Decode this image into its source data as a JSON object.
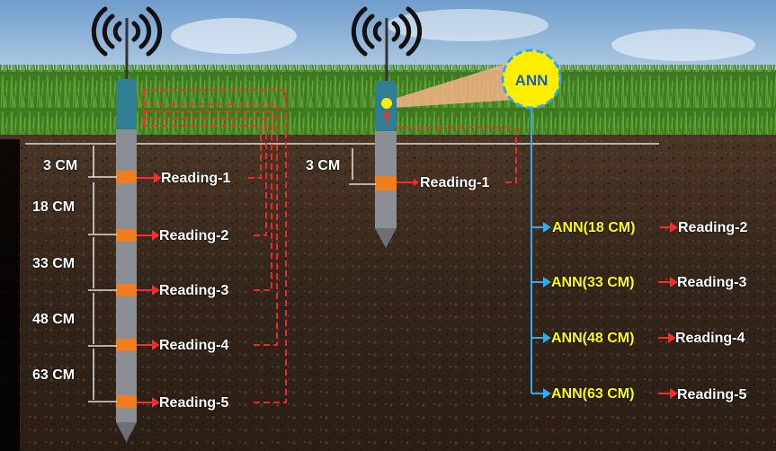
{
  "colors": {
    "sky": "#8fb4d8",
    "grass": "#4c8a2a",
    "soil": "#3a2a1e",
    "probe": "#8a8f96",
    "probe_cap": "#2f7e94",
    "sensor_band": "#f07d1e",
    "arrow_red": "#ff2a2a",
    "ann_line": "#39a9e8",
    "ann_circle": "#ffee00",
    "ann_text": "#1e5fb8",
    "ann_text_yellow": "#ffff00",
    "cone": "#f4b386"
  },
  "icons": [
    "wireless-signal-icon",
    "wireless-signal-icon"
  ],
  "left_probe": {
    "depths": [
      "3 CM",
      "18 CM",
      "33 CM",
      "48 CM",
      "63 CM"
    ],
    "readings": [
      "Reading-1",
      "Reading-2",
      "Reading-3",
      "Reading-4",
      "Reading-5"
    ]
  },
  "right_probe": {
    "depth": "3 CM",
    "reading": "Reading-1",
    "ann_label": "ANN",
    "ann_outputs": [
      {
        "label": "ANN(18 CM)",
        "reading": "Reading-2"
      },
      {
        "label": "ANN(33 CM)",
        "reading": "Reading-3"
      },
      {
        "label": "ANN(48 CM)",
        "reading": "Reading-4"
      },
      {
        "label": "ANN(63 CM)",
        "reading": "Reading-5"
      }
    ]
  }
}
